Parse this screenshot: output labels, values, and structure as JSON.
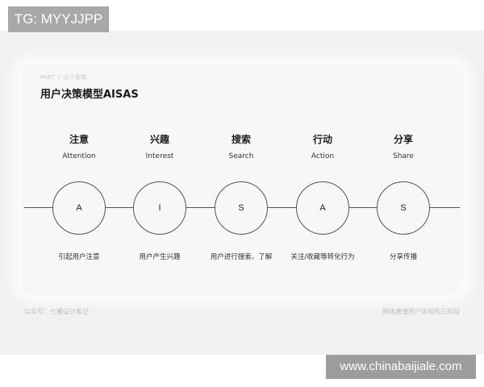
{
  "badge": {
    "text": "TG: MYYJJPP"
  },
  "slide": {
    "part_label": "PART 2 设计策略",
    "title": "用户决策模型AISAS",
    "stages": [
      {
        "cn": "注意",
        "en": "Attention",
        "letter": "A",
        "desc": "引起用户注意"
      },
      {
        "cn": "兴趣",
        "en": "Interest",
        "letter": "I",
        "desc": "用户产生兴趣"
      },
      {
        "cn": "搜索",
        "en": "Search",
        "letter": "S",
        "desc": "用户进行搜索、了解"
      },
      {
        "cn": "行动",
        "en": "Action",
        "letter": "A",
        "desc": "关注/收藏等转化行为"
      },
      {
        "cn": "分享",
        "en": "Share",
        "letter": "S",
        "desc": "分享传播"
      }
    ],
    "footer_left": "公众号：七酱设计笔记",
    "footer_right": "细化唐僧用户体验的三阶段"
  },
  "watermark": {
    "text": "www.chinabaijiale.com"
  }
}
